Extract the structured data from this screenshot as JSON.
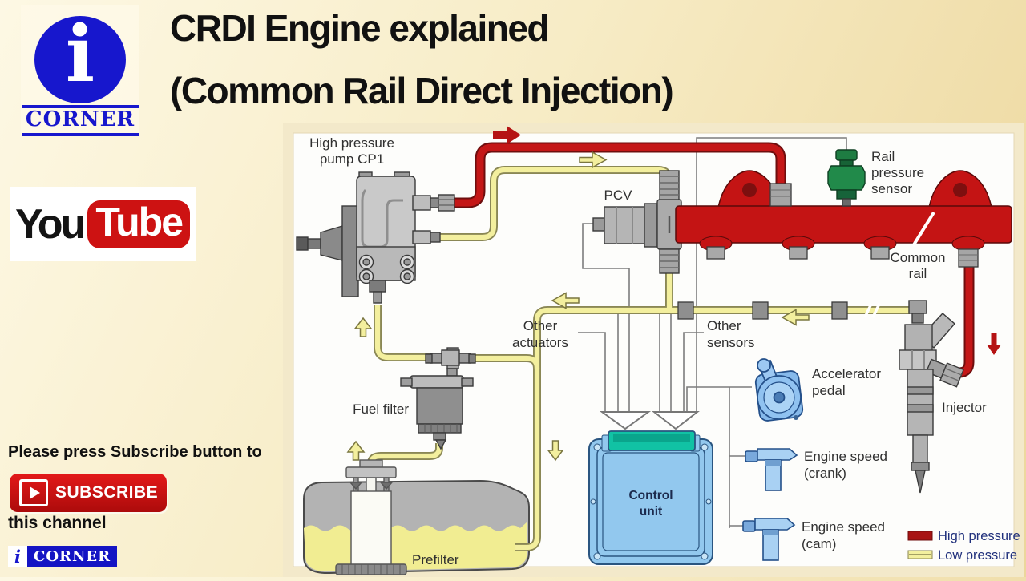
{
  "channel_logo": {
    "initial": "i",
    "name": "CORNER"
  },
  "title": {
    "line1": "CRDI Engine explained",
    "line2": "(Common Rail Direct Injection)"
  },
  "youtube": {
    "word1": "You",
    "word2": "Tube"
  },
  "subscribe": {
    "prompt": "Please press Subscribe button to",
    "button": "SUBSCRIBE",
    "suffix": "this channel"
  },
  "footer_logo": {
    "initial": "i",
    "name": "CORNER"
  },
  "diagram": {
    "labels": {
      "pump_l1": "High pressure",
      "pump_l2": "pump CP1",
      "pcv": "PCV",
      "rail_sensor_l1": "Rail",
      "rail_sensor_l2": "pressure",
      "rail_sensor_l3": "sensor",
      "common_rail_l1": "Common",
      "common_rail_l2": "rail",
      "other_actuators_l1": "Other",
      "other_actuators_l2": "actuators",
      "other_sensors_l1": "Other",
      "other_sensors_l2": "sensors",
      "accelerator_l1": "Accelerator",
      "accelerator_l2": "pedal",
      "fuel_filter": "Fuel filter",
      "injector": "Injector",
      "control_unit_l1": "Control",
      "control_unit_l2": "unit",
      "engine_crank_l1": "Engine speed",
      "engine_crank_l2": "(crank)",
      "engine_cam_l1": "Engine speed",
      "engine_cam_l2": "(cam)",
      "prefilter": "Prefilter"
    },
    "legend": {
      "high_label": "High pressure",
      "high_color": "#a81414",
      "low_label": "Low pressure",
      "low_color": "#f3ef9e"
    },
    "colors": {
      "high_pressure_line": "#c41717",
      "low_pressure_line": "#f3ef9e",
      "rail": "#c41414",
      "sensor_green": "#218a4a",
      "ecu_blue": "#92c8ee",
      "ecu_teal": "#11c2a4"
    }
  }
}
